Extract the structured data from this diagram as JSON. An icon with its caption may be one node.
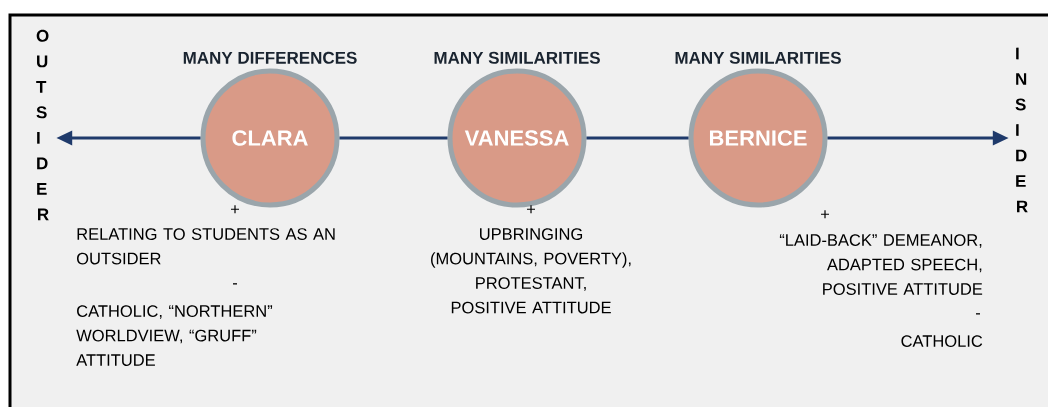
{
  "diagram": {
    "nodes": [
      {
        "text": [
          "OUTSIDER"
        ]
      },
      {
        "text": [
          "CLARA"
        ],
        "beside": [
          "MANY DIFFERENCES",
          "+",
          "RELATING TO STUDENTS AS AN OUTSIDER",
          "-",
          "CATHOLIC, “NORTHERN” WORLDVIEW, “GRUFF” ATTITUDE"
        ]
      },
      {
        "text": [
          "VANESSA"
        ],
        "beside": [
          "MANY SIMILARITIES",
          "+",
          "UPBRINGING (MOUNTAINS, POVERTY), PROTESTANT, POSITIVE ATTITUDE"
        ]
      },
      {
        "text": [
          "BERNICE"
        ],
        "beside": [
          "MANY SIMILARITIES",
          "+",
          "“LAID-BACK” DEMEANOR, ADAPTED SPEECH, POSITIVE ATTITUDE",
          "-",
          "CATHOLIC"
        ]
      },
      {
        "text": [
          "INSIDER"
        ]
      }
    ],
    "edges": [
      {
        "from": 1,
        "to": 0,
        "arrow": "to"
      },
      {
        "from": 1,
        "to": 2,
        "arrow": "none"
      },
      {
        "from": 2,
        "to": 3,
        "arrow": "none"
      },
      {
        "from": 3,
        "to": 4,
        "arrow": "to"
      }
    ]
  }
}
